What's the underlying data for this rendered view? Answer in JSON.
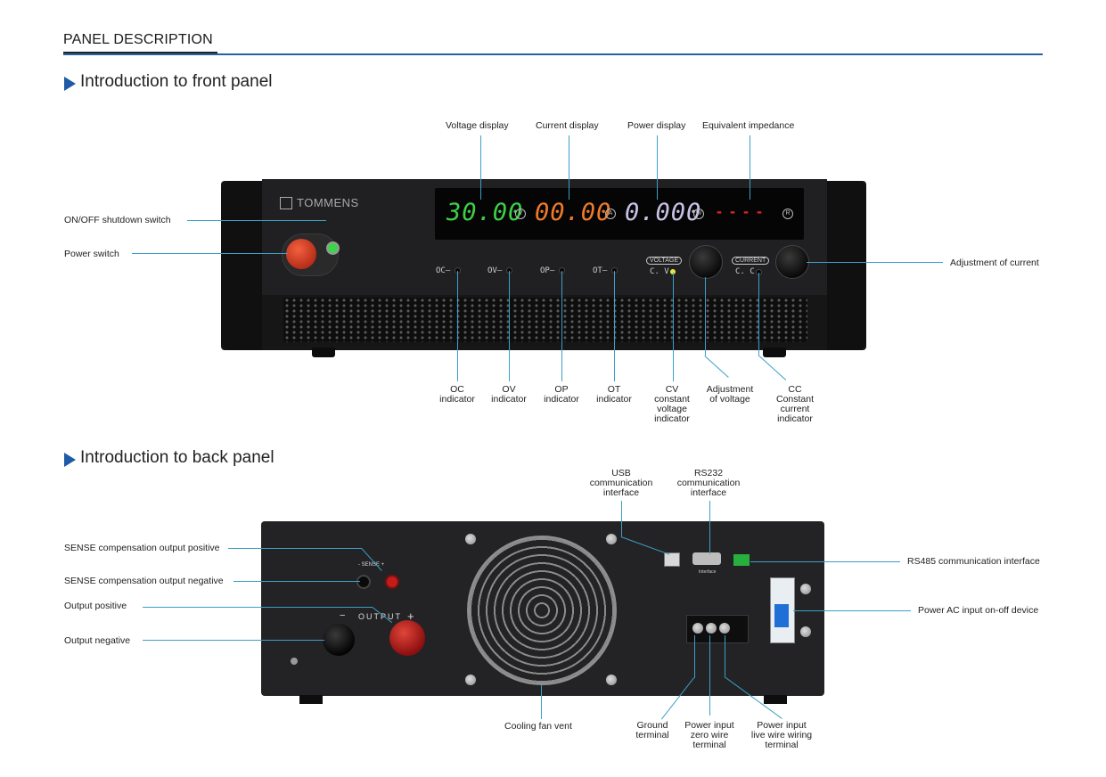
{
  "header": {
    "title": "PANEL DESCRIPTION"
  },
  "front": {
    "section_title": "Introduction to front panel",
    "labels": {
      "voltage_display": "Voltage display",
      "current_display": "Current display",
      "power_display": "Power display",
      "equivalent_impedance": "Equivalent impedance",
      "onoff_switch": "ON/OFF shutdown switch",
      "power_switch": "Power switch",
      "adjust_current": "Adjustment of current",
      "oc": [
        "OC",
        "indicator"
      ],
      "ov": [
        "OV",
        "indicator"
      ],
      "op": [
        "OP",
        "indicator"
      ],
      "ot": [
        "OT",
        "indicator"
      ],
      "cv": [
        "CV",
        "constant",
        "voltage",
        "indicator"
      ],
      "adjust_voltage": [
        "Adjustment",
        "of voltage"
      ],
      "cc": [
        "CC",
        "Constant",
        "current",
        "indicator"
      ]
    },
    "device": {
      "brand": "TOMMENS",
      "voltage_value": "30.00",
      "current_value": "00.00",
      "power_value": "0.000",
      "impedance_value": "- - - -",
      "unit_v": "V",
      "unit_a": "A",
      "unit_w": "W",
      "unit_r": "R",
      "ind_oc": "OC—",
      "ind_ov": "OV—",
      "ind_op": "OP—",
      "ind_ot": "OT—",
      "voltage_badge": "VOLTAGE",
      "current_badge": "CURRENT",
      "cv_text": "C. V",
      "cc_text": "C. C."
    }
  },
  "back": {
    "section_title": "Introduction to back panel",
    "labels": {
      "usb": [
        "USB",
        "communication",
        "interface"
      ],
      "rs232": [
        "RS232",
        "communication",
        "interface"
      ],
      "rs485": "RS485 communication interface",
      "sense_pos": "SENSE compensation output positive",
      "sense_neg": "SENSE compensation output negative",
      "out_pos": "Output positive",
      "out_neg": "Output negative",
      "power_ac": "Power AC input on-off device",
      "fan": "Cooling fan vent",
      "ground": [
        "Ground",
        "terminal"
      ],
      "zero": [
        "Power input",
        "zero wire",
        "terminal"
      ],
      "live": [
        "Power input",
        "live wire wiring",
        "terminal"
      ]
    },
    "device": {
      "sense_text": "- SENSE +",
      "output_text": "OUTPUT",
      "minus_sign": "−",
      "plus_sign": "+",
      "interface_text": "Interface"
    }
  }
}
